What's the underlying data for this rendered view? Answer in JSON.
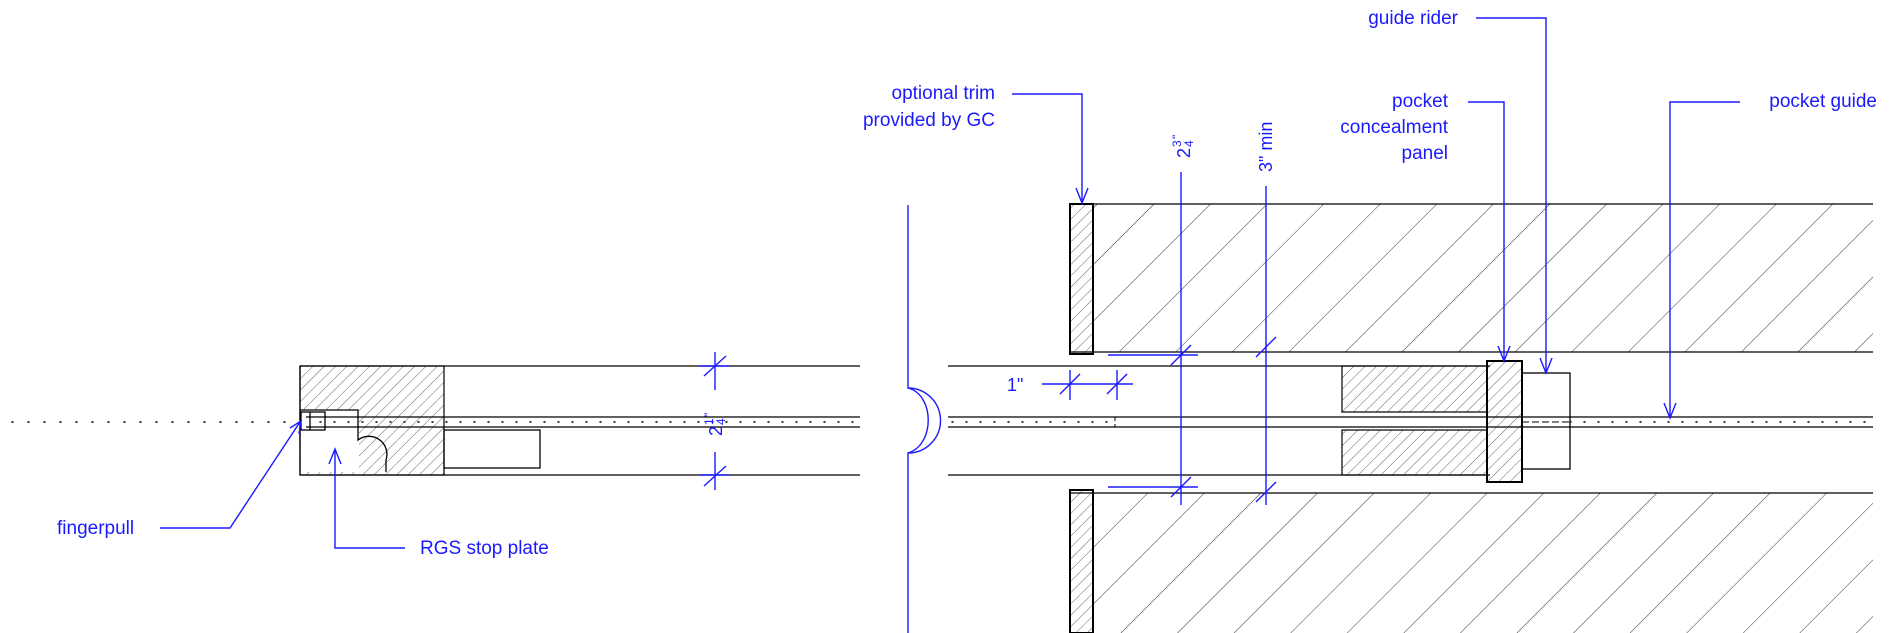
{
  "labels": {
    "guide_rider": "guide rider",
    "optional_trim_line1": "optional trim",
    "optional_trim_line2": "provided by GC",
    "pocket_line1": "pocket",
    "pocket_line2": "concealment",
    "pocket_line3": "panel",
    "pocket_guide": "pocket guide",
    "fingerpull": "fingerpull",
    "rgs_stop_plate": "RGS stop plate"
  },
  "dimensions": {
    "one_inch": "1\"",
    "three_min": "3\" min",
    "two_three_quarter": {
      "whole": "2",
      "numerator": "3",
      "denominator": "4",
      "unit": "\""
    },
    "two_one_quarter": {
      "whole": "2",
      "numerator": "1",
      "denominator": "4",
      "unit": "\""
    }
  },
  "colors": {
    "annotation": "#1a1aff",
    "linework": "#000000",
    "background": "#ffffff"
  }
}
